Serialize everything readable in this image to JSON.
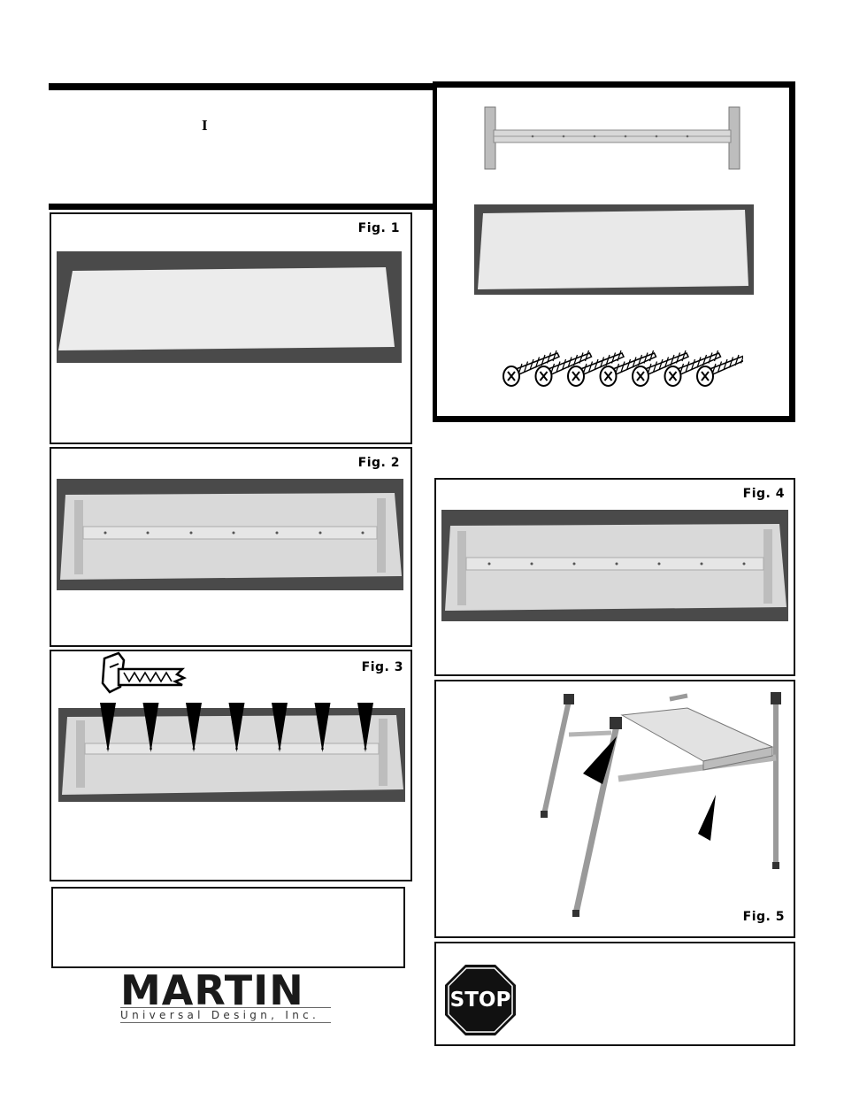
{
  "header": {
    "letter": "I"
  },
  "figures": {
    "fig1": "Fig. 1",
    "fig2": "Fig. 2",
    "fig3": "Fig. 3",
    "fig4": "Fig. 4",
    "fig5": "Fig. 5"
  },
  "logo": {
    "name": "MARTIN",
    "tagline": "Universal Design, Inc."
  },
  "stop_sign": {
    "label": "STOP"
  },
  "parts": {
    "screw_count": 7
  },
  "fig3_markers": {
    "count": 7
  },
  "colors": {
    "frame": "#000000",
    "photo_bg": "#4a4a4a",
    "panel": "#e9e9e9",
    "stop_sign": "#111111"
  },
  "icons": [
    "hammer-icon",
    "arrow-down-icon",
    "screw-icon",
    "stop-sign-icon",
    "arrow-pointer-icon"
  ]
}
